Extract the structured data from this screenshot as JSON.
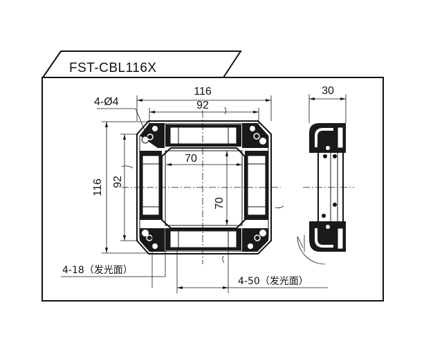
{
  "title": "FST-CBL116X",
  "front_view": {
    "width_outer": "116",
    "width_holes": "92",
    "width_inner": "70",
    "height_outer": "116",
    "height_holes": "92",
    "height_inner": "70",
    "hole_callout": "4-Ø4",
    "corner_callout": "4-18（发光面）",
    "side_callout": "4-50（发光面）"
  },
  "side_view": {
    "depth": "30"
  }
}
